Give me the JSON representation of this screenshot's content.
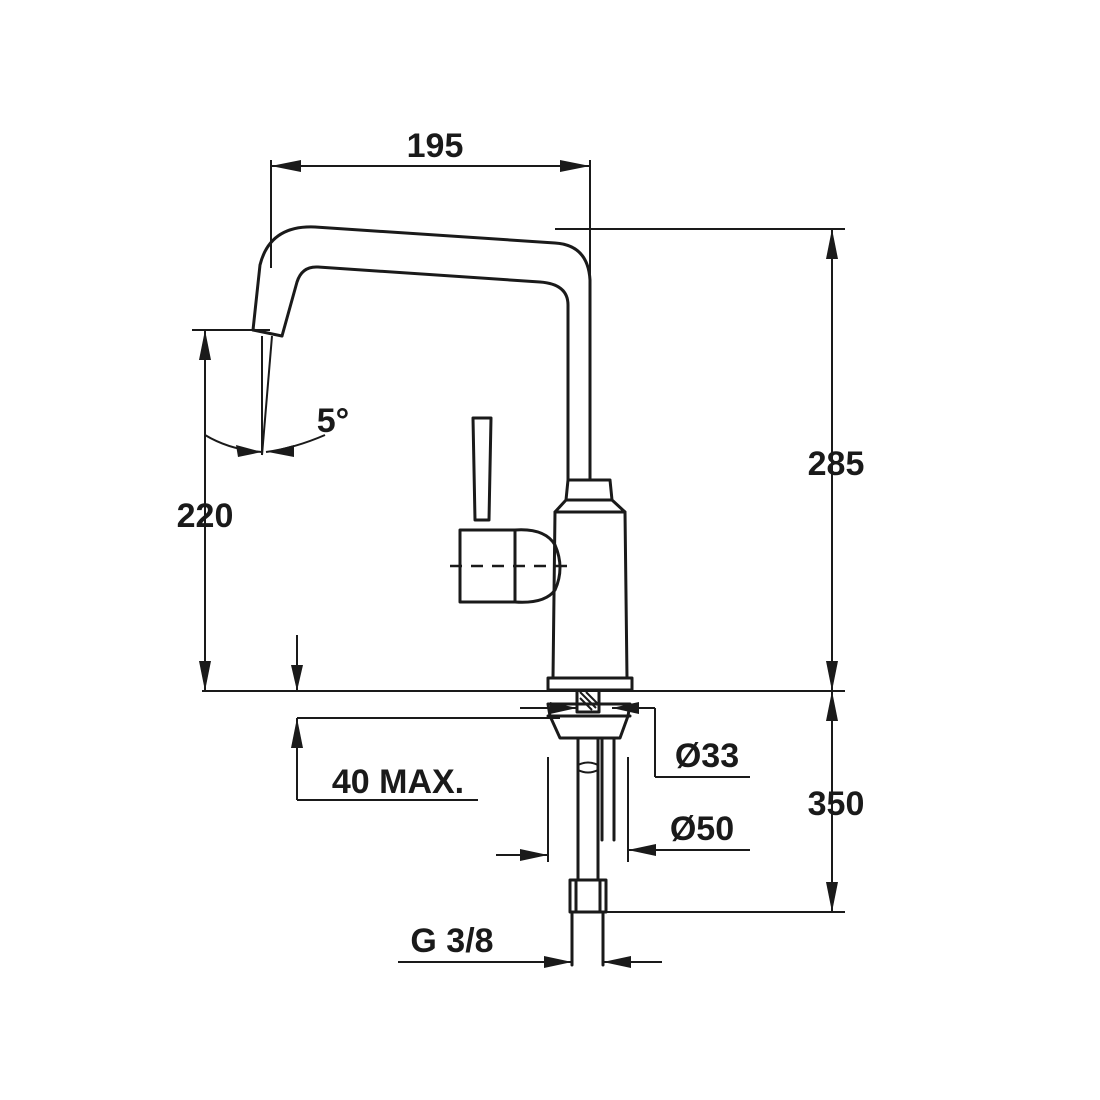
{
  "dimensions": {
    "spout_reach": "195",
    "total_height": "285",
    "spout_height": "220",
    "spout_angle": "5°",
    "deck_thickness": "40 MAX.",
    "shank_diameter": "Ø33",
    "hole_diameter": "Ø50",
    "hose_length": "350",
    "connection_thread": "G 3/8"
  },
  "colors": {
    "line": "#1a1a1a",
    "background": "#ffffff"
  }
}
